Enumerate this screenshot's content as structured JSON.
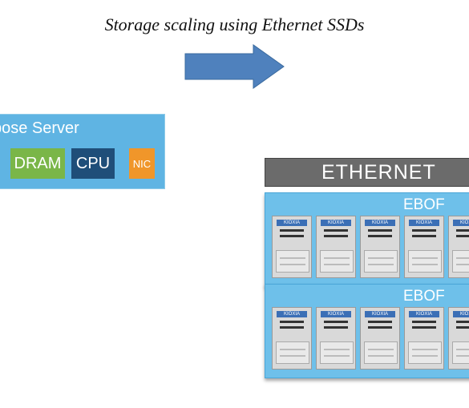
{
  "title": "Storage scaling using Ethernet SSDs",
  "server": {
    "label": "pose Server",
    "dram": "DRAM",
    "cpu": "CPU",
    "nic": "NIC"
  },
  "ethernet_label": "ETHERNET",
  "ebof": [
    {
      "label": "EBOF",
      "ssds": [
        "KIOXIA",
        "KIOXIA",
        "KIOXIA",
        "KIOXIA",
        "KIOXIA"
      ]
    },
    {
      "label": "EBOF",
      "ssds": [
        "KIOXIA",
        "KIOXIA",
        "KIOXIA",
        "KIOXIA",
        "KIOXIA"
      ]
    }
  ],
  "colors": {
    "arrow": "#4f81bd",
    "server_bg": "#5fb4e3",
    "dram": "#7ab648",
    "cpu": "#1f4e79",
    "nic": "#f0962a",
    "ethernet": "#6b6b6b",
    "ebof_bg": "#6ec0ea"
  }
}
